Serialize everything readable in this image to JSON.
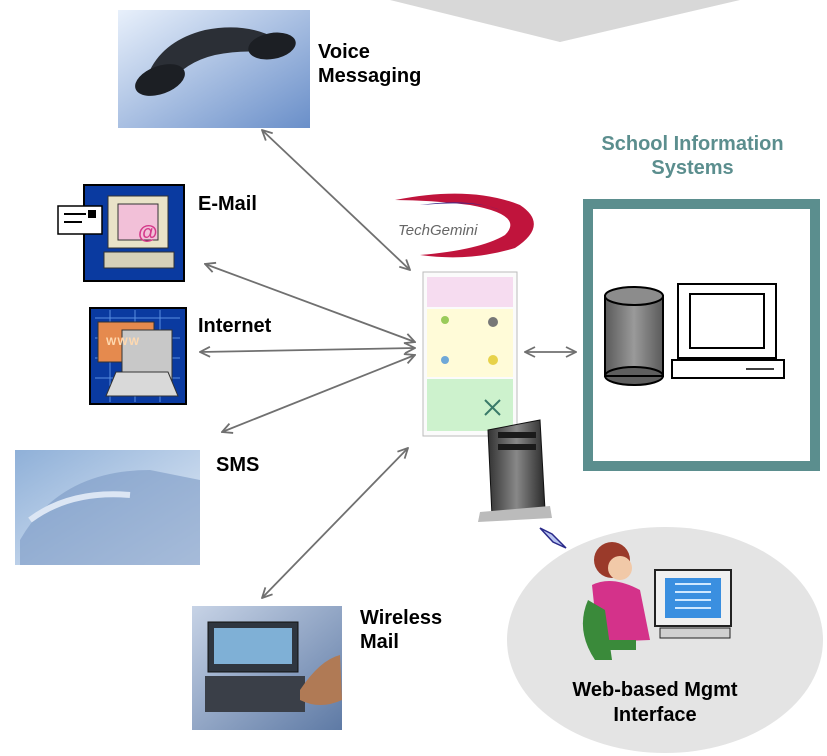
{
  "labels": {
    "voice": [
      "Voice",
      "Messaging"
    ],
    "email": "E-Mail",
    "internet": "Internet",
    "sms": "SMS",
    "wireless": [
      "Wireless",
      "Mail"
    ],
    "sis": [
      "School Information",
      "Systems"
    ],
    "mgmt": [
      "Web-based Mgmt",
      "Interface"
    ],
    "brand": "TechGemini",
    "email_icon_symbol": "@",
    "internet_icon_text": "WWW"
  },
  "colors": {
    "arrow": "#707070",
    "sis_frame": "#5b8e8e",
    "sis_title": "#5b8e8e",
    "icon_bg": "#0a3aa0",
    "brand_swoosh": "#c0143c",
    "mgmt_ellipse": "#e4e4e4",
    "top_arrow": "#d8d8d8"
  }
}
